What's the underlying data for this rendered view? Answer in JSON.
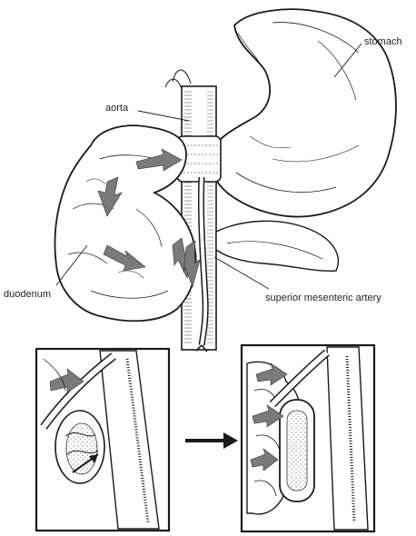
{
  "labels": {
    "stomach": "stomach",
    "aorta": "aorta",
    "duodenum": "duodenum",
    "sma": "superior mesenteric artery"
  },
  "colors": {
    "ink": "#1a1a1a",
    "arrow_gray": "#7a7a7a",
    "background": "#ffffff"
  },
  "icons": {
    "transition": "right-arrow-icon"
  }
}
